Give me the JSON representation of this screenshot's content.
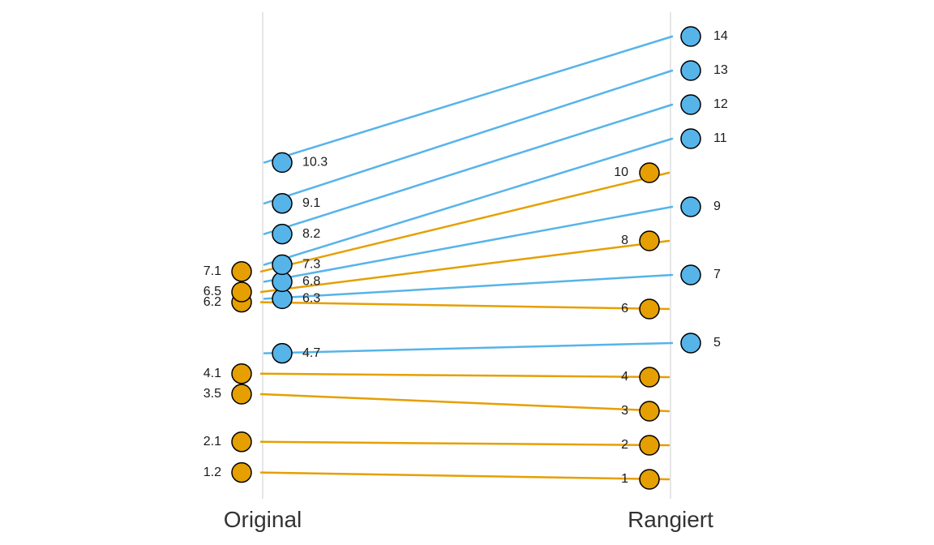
{
  "chart_data": {
    "type": "slope",
    "categories": [
      "Original",
      "Rangiert"
    ],
    "colors": {
      "orange": "#E69F00",
      "blue": "#56B4E9",
      "gridline": "#e6e6e6",
      "outline": "#000000"
    },
    "series": [
      {
        "color": "orange",
        "points": [
          {
            "original": 1.2,
            "rangiert": 1
          },
          {
            "original": 2.1,
            "rangiert": 2
          },
          {
            "original": 3.5,
            "rangiert": 3
          },
          {
            "original": 4.1,
            "rangiert": 4
          },
          {
            "original": 6.2,
            "rangiert": 6
          },
          {
            "original": 6.5,
            "rangiert": 8
          },
          {
            "original": 7.1,
            "rangiert": 10
          }
        ]
      },
      {
        "color": "blue",
        "points": [
          {
            "original": 4.7,
            "rangiert": 5
          },
          {
            "original": 6.3,
            "rangiert": 7
          },
          {
            "original": 6.8,
            "rangiert": 9
          },
          {
            "original": 7.3,
            "rangiert": 11
          },
          {
            "original": 8.2,
            "rangiert": 12
          },
          {
            "original": 9.1,
            "rangiert": 13
          },
          {
            "original": 10.3,
            "rangiert": 14
          }
        ]
      }
    ]
  }
}
